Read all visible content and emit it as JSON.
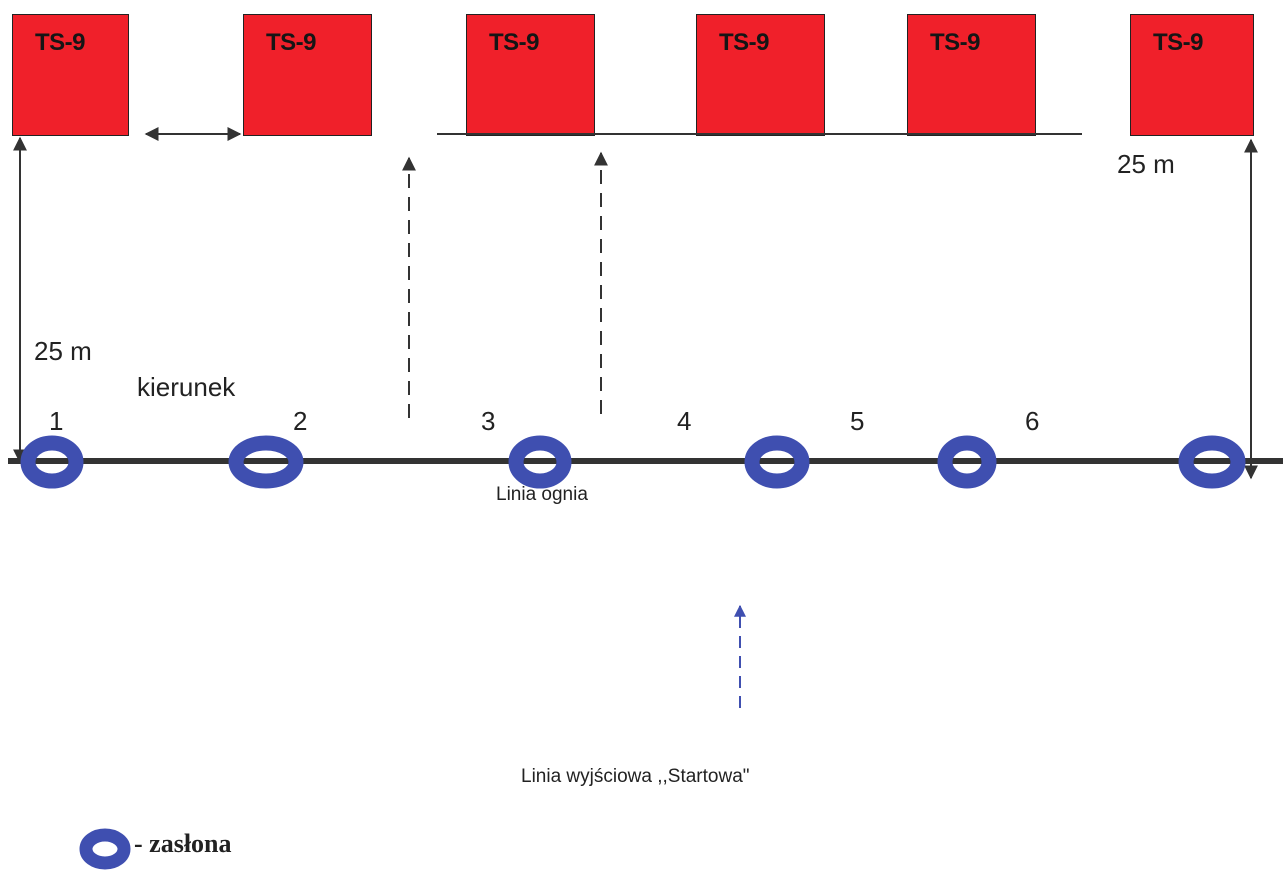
{
  "targets": [
    {
      "label": "TS-9"
    },
    {
      "label": "TS-9"
    },
    {
      "label": "TS-9"
    },
    {
      "label": "TS-9"
    },
    {
      "label": "TS-9"
    },
    {
      "label": "TS-9"
    }
  ],
  "labels": {
    "distance_left": "25 m",
    "distance_right": "25 m",
    "direction": "kierunek",
    "fire_line": "Linia ognia",
    "start_line": "Linia wyjściowa ,,Startowa\"",
    "legend": "- zasłona"
  },
  "lane_numbers": [
    "1",
    "2",
    "3",
    "4",
    "5",
    "6"
  ],
  "colors": {
    "target": "#f0202a",
    "cover": "#3f4fb0",
    "line": "#333333",
    "start_arrow": "#3f4fb0"
  }
}
